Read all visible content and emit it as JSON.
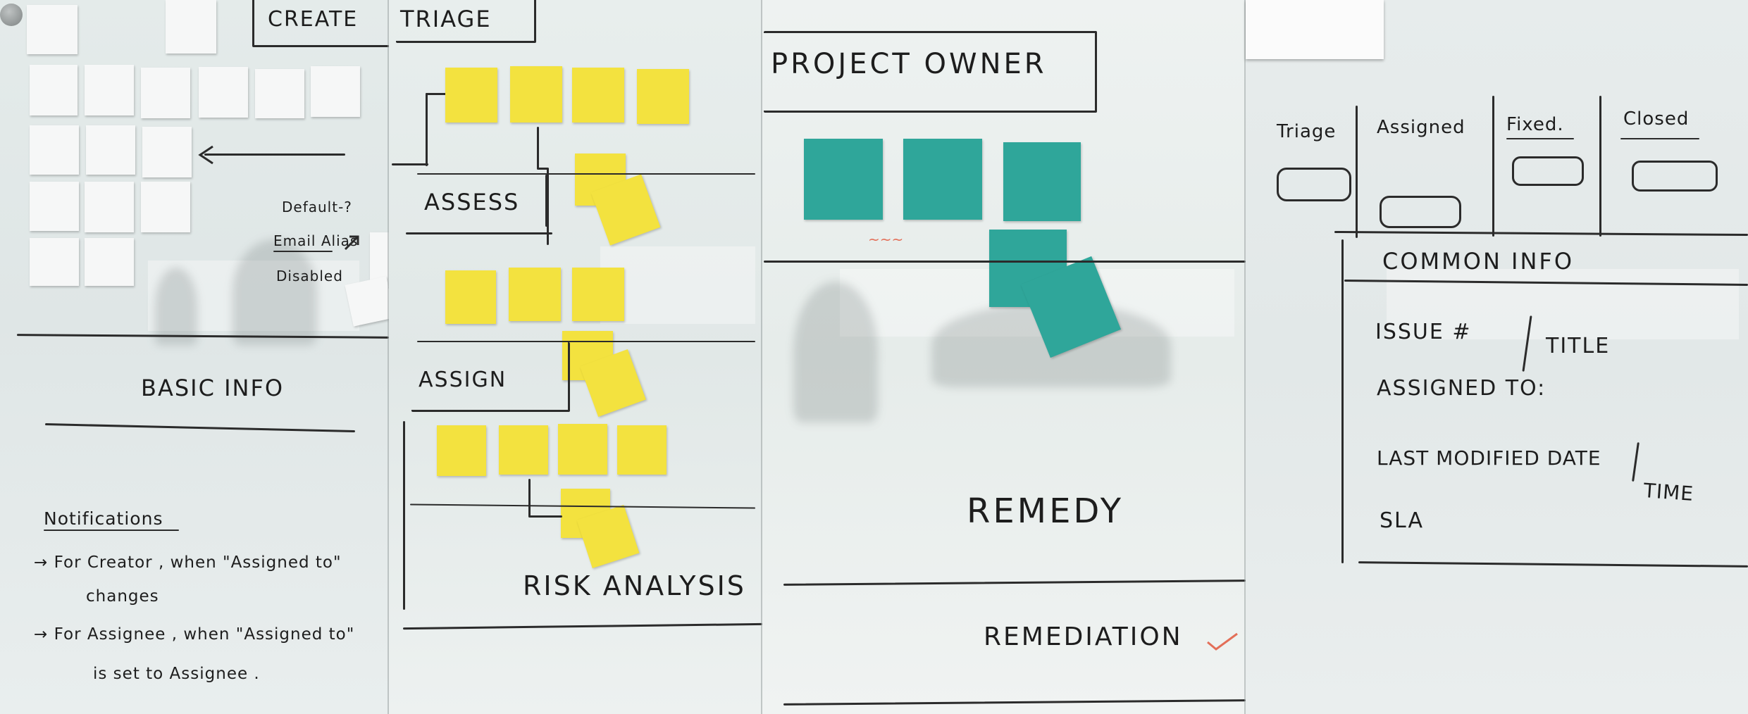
{
  "board": {
    "create": {
      "heading": "CREATE",
      "section_label": "BASIC INFO",
      "field_state_notes": [
        "Default-?",
        "Email Alias",
        "Disabled"
      ],
      "notifications": {
        "heading": "Notifications",
        "rules": [
          "→ For Creator , when \"Assigned to\"",
          "changes",
          "→ For Assignee , when \"Assigned to\"",
          "is set to Assignee ."
        ]
      }
    },
    "risk_analysis": {
      "title": "RISK ANALYSIS",
      "stages": [
        "TRIAGE",
        "ASSESS",
        "ASSIGN"
      ]
    },
    "remedy": {
      "column_heading": "PROJECT OWNER",
      "section_label": "REMEDY",
      "footer_label": "REMEDIATION"
    },
    "workflow": {
      "status_columns": [
        "Triage",
        "Assigned",
        "Fixed.",
        "Closed"
      ],
      "common_info": {
        "heading": "COMMON INFO",
        "fields": [
          "ISSUE #",
          "TITLE",
          "ASSIGNED TO:",
          "LAST MODIFIED DATE",
          "TIME",
          "SLA"
        ]
      }
    }
  },
  "colors": {
    "whiteboard": "#e3eaea",
    "marker": "#1d1d1d",
    "sticky_yellow": "#f3e23f",
    "sticky_teal": "#2fa69a",
    "sticky_white": "#f6f7f7",
    "red_marker": "#e36f58"
  }
}
